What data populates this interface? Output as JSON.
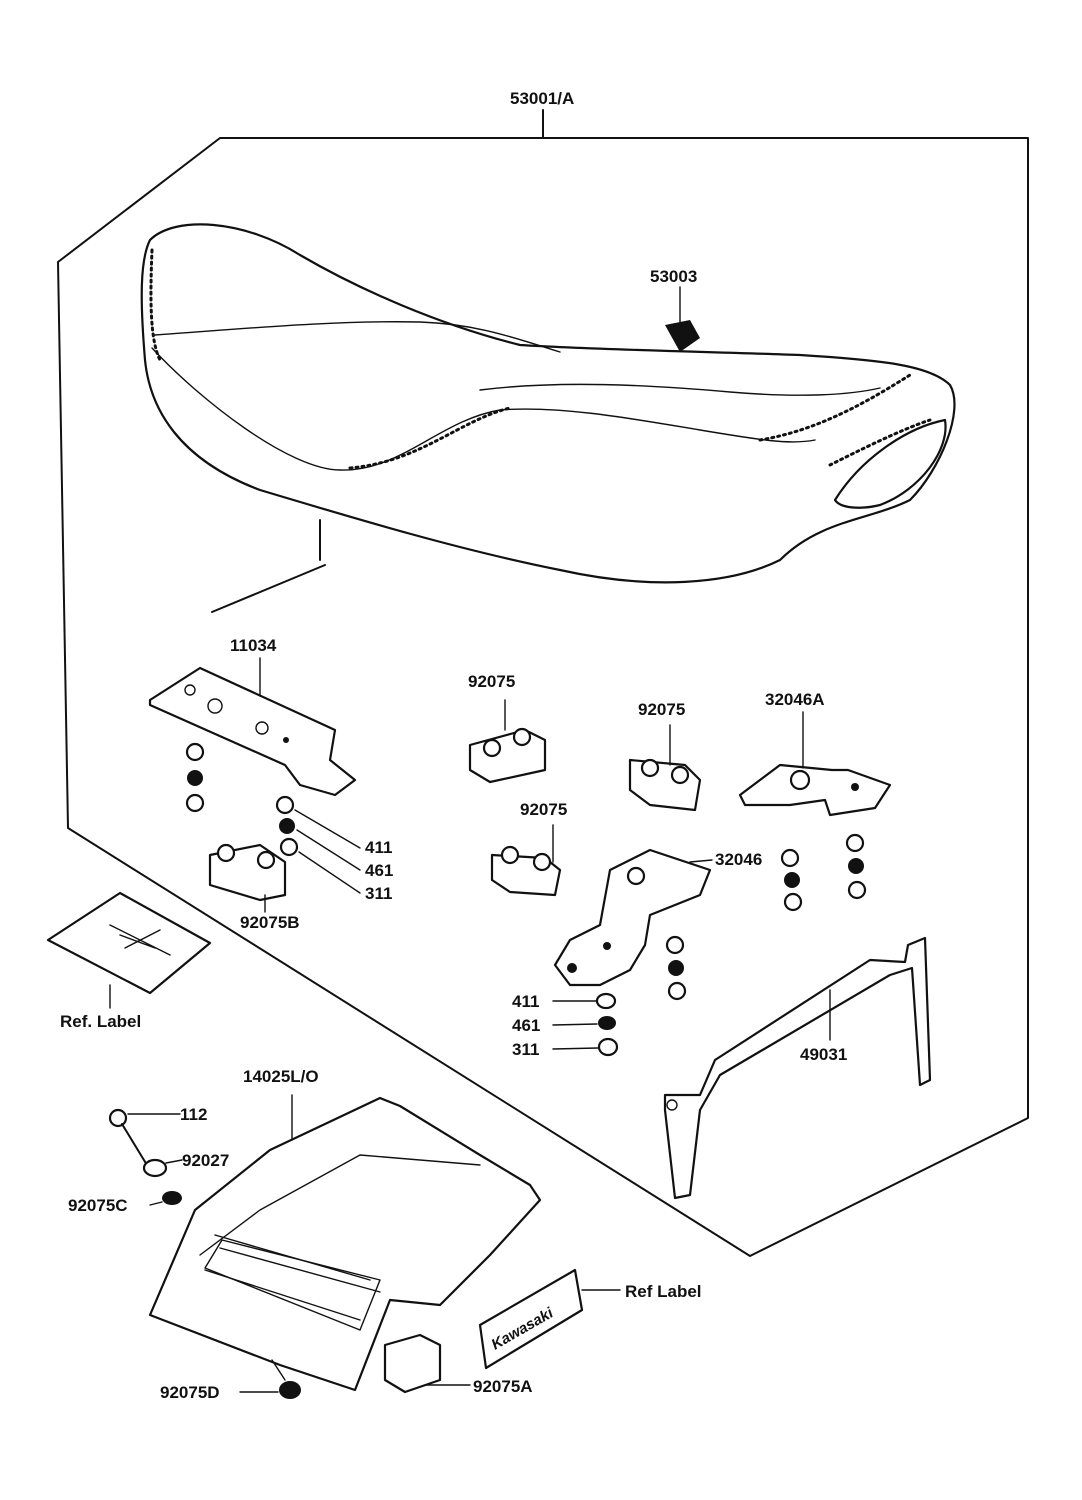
{
  "labels": {
    "assembly": "53001/A",
    "seat_cover": "53003",
    "bracket_left": "11034",
    "damper_1": "92075",
    "damper_2": "92075",
    "damper_3": "92075",
    "damper_b": "92075B",
    "bracket_a": "32046A",
    "bracket": "32046",
    "washer_a": "411",
    "lockwasher_a": "461",
    "nut_a": "311",
    "washer_b": "411",
    "lockwasher_b": "461",
    "nut_b": "311",
    "grab_rail": "49031",
    "tail_cover": "14025L/O",
    "bolt": "112",
    "collar": "92027",
    "damper_c": "92075C",
    "damper_d": "92075D",
    "damper_a": "92075A",
    "ref_label_left": "Ref. Label",
    "ref_label_right": "Ref  Label",
    "emblem": "Kawasaki"
  }
}
